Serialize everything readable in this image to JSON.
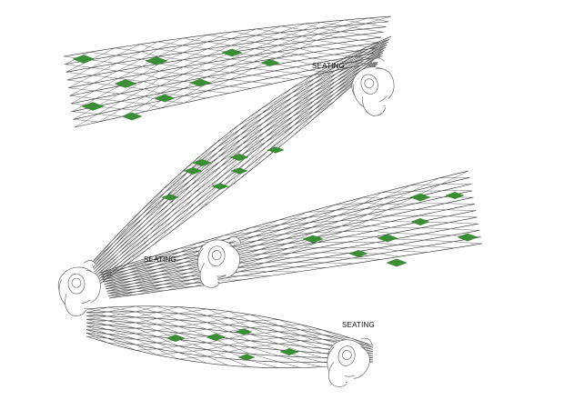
{
  "labels": {
    "seating_top": "SEATING",
    "seating_middle": "SEATING",
    "seating_bottom": "SEATING"
  },
  "colors": {
    "background": "#ffffff",
    "lines": "#2a2a2a",
    "accent_green": "#3a8f35"
  },
  "icons": [
    "seated-person-icon"
  ]
}
